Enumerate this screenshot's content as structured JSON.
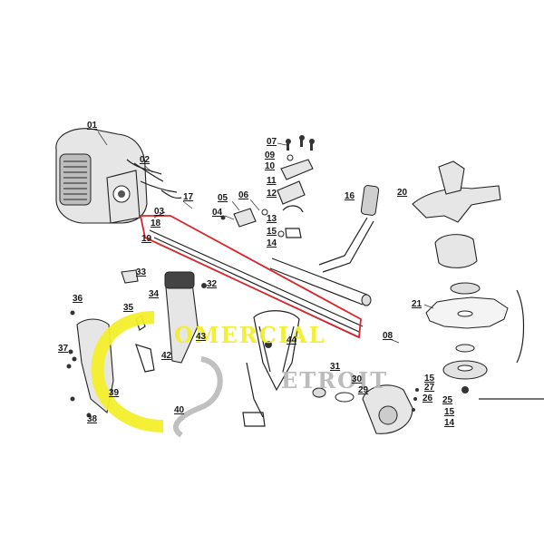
{
  "labels": [
    {
      "id": "01",
      "text": "01"
    },
    {
      "id": "02",
      "text": "02"
    },
    {
      "id": "03",
      "text": "03"
    },
    {
      "id": "04",
      "text": "04"
    },
    {
      "id": "05",
      "text": "05"
    },
    {
      "id": "06",
      "text": "06"
    },
    {
      "id": "07",
      "text": "07"
    },
    {
      "id": "08",
      "text": "08"
    },
    {
      "id": "09",
      "text": "09"
    },
    {
      "id": "10",
      "text": "10"
    },
    {
      "id": "11",
      "text": "11"
    },
    {
      "id": "12",
      "text": "12"
    },
    {
      "id": "13",
      "text": "13"
    },
    {
      "id": "14a",
      "text": "14"
    },
    {
      "id": "15a",
      "text": "15"
    },
    {
      "id": "16",
      "text": "16"
    },
    {
      "id": "17",
      "text": "17"
    },
    {
      "id": "18",
      "text": "18"
    },
    {
      "id": "19",
      "text": "19"
    },
    {
      "id": "20",
      "text": "20"
    },
    {
      "id": "21",
      "text": "21"
    },
    {
      "id": "25",
      "text": "25"
    },
    {
      "id": "26",
      "text": "26"
    },
    {
      "id": "27",
      "text": "27"
    },
    {
      "id": "15b",
      "text": "15"
    },
    {
      "id": "15c",
      "text": "15"
    },
    {
      "id": "14b",
      "text": "14"
    },
    {
      "id": "29",
      "text": "29"
    },
    {
      "id": "30",
      "text": "30"
    },
    {
      "id": "31",
      "text": "31"
    },
    {
      "id": "32",
      "text": "32"
    },
    {
      "id": "33",
      "text": "33"
    },
    {
      "id": "34",
      "text": "34"
    },
    {
      "id": "35",
      "text": "35"
    },
    {
      "id": "36",
      "text": "36"
    },
    {
      "id": "37",
      "text": "37"
    },
    {
      "id": "38",
      "text": "38"
    },
    {
      "id": "39",
      "text": "39"
    },
    {
      "id": "40",
      "text": "40"
    },
    {
      "id": "42",
      "text": "42"
    },
    {
      "id": "43",
      "text": "43"
    },
    {
      "id": "44",
      "text": "44"
    }
  ],
  "watermark": {
    "line1": "OMERCIAL",
    "line2": "ETROIT",
    "color_yellow": "#f2ef2a",
    "color_gray": "#b9b9b9"
  },
  "highlight_color": "#d9262c"
}
